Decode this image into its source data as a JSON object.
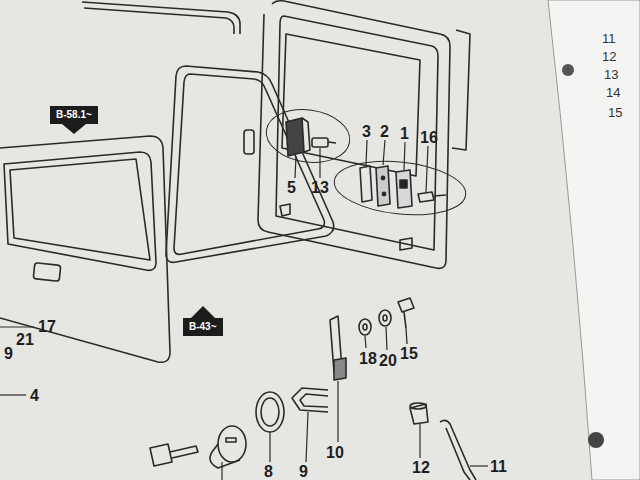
{
  "diagram": {
    "nodes": [
      {
        "text": [
          "B-58.1~"
        ]
      },
      {
        "text": [
          "B-43~"
        ]
      }
    ],
    "labels": [
      "3",
      "2",
      "1",
      "16",
      "5",
      "13",
      "17",
      "21",
      "9",
      "4",
      "18",
      "20",
      "15",
      "10",
      "8",
      "9",
      "12",
      "11",
      "11",
      "12",
      "13",
      "14",
      "15"
    ]
  }
}
